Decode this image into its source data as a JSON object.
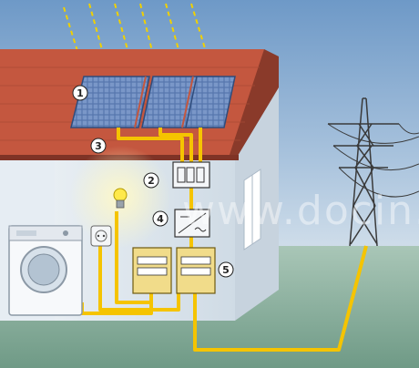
{
  "callouts": [
    {
      "id": "1",
      "label": "1"
    },
    {
      "id": "2",
      "label": "2"
    },
    {
      "id": "3",
      "label": "3"
    },
    {
      "id": "4",
      "label": "4"
    },
    {
      "id": "5",
      "label": "5"
    }
  ],
  "watermark": "www.docin.",
  "colors": {
    "sky_top": "#6e99c7",
    "sky_bottom": "#cfdde9",
    "ground": "#8fb3a3",
    "roof": "#c0553f",
    "wall": "#dde6ee",
    "cable": "#f5c400",
    "panel": "#5c7fb8",
    "sun_ray": "#f0d000"
  },
  "icons": [
    "sun-ray-icon",
    "solar-panel-icon",
    "junction-box-icon",
    "inverter-icon",
    "electricity-meter-icon",
    "power-socket-icon",
    "light-bulb-icon",
    "washing-machine-icon",
    "power-pylon-icon"
  ]
}
